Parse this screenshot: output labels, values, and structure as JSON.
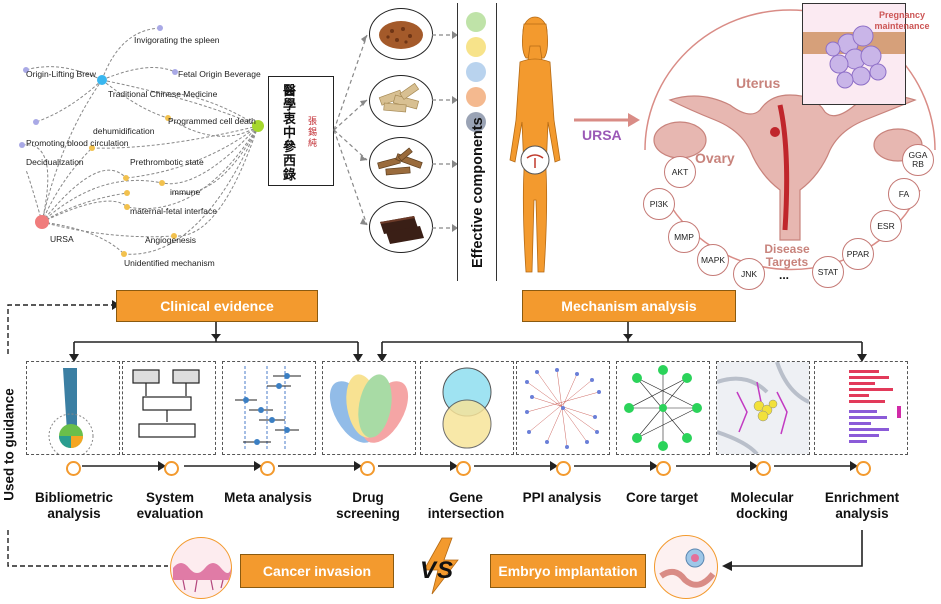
{
  "network": {
    "labels": [
      "Invigorating the spleen",
      "Origin-Lifting Brew",
      "Fetal Origin Beverage",
      "Traditional Chinese Medicine",
      "Programmed cell death",
      "dehumidification",
      "Promoting blood circulation",
      "Decidualization",
      "Prethrombotic state",
      "immune",
      "maternal-fetal interface",
      "URSA",
      "Angiogenesis",
      "Unidentified mechanism"
    ]
  },
  "book": {
    "title": "醫學衷中參西錄",
    "author": "張錫純"
  },
  "components_label": "Effective components",
  "components_colors": [
    "#bfe3a8",
    "#f7e38a",
    "#b9d3ee",
    "#f4b98f",
    "#9aa3b5"
  ],
  "ursa_label": "URSA",
  "uterus": {
    "uterus_label": "Uterus",
    "ovary_label": "Ovary",
    "pregnancy_label": "Pregnancy maintenance",
    "disease_targets_label": "Disease Targets",
    "targets": [
      "AKT",
      "PI3K",
      "MMP",
      "MAPK",
      "JNK",
      "...",
      "STAT",
      "PPAR",
      "ESR",
      "FA",
      "GGA RB"
    ]
  },
  "headers": {
    "clinical": "Clinical evidence",
    "mechanism": "Mechanism analysis"
  },
  "side_label": "Used to guidance",
  "steps": [
    {
      "label": "Bibliometric analysis"
    },
    {
      "label": "System evaluation"
    },
    {
      "label": "Meta analysis"
    },
    {
      "label": "Drug screening"
    },
    {
      "label": "Gene intersection"
    },
    {
      "label": "PPI analysis"
    },
    {
      "label": "Core target"
    },
    {
      "label": "Molecular docking"
    },
    {
      "label": "Enrichment analysis"
    }
  ],
  "bottom": {
    "cancer": "Cancer invasion",
    "vs": "VS",
    "embryo": "Embryo implantation"
  },
  "colors": {
    "orange": "#f39a2e",
    "ursa": "#9b59b6",
    "uterus": "#d98c86"
  }
}
